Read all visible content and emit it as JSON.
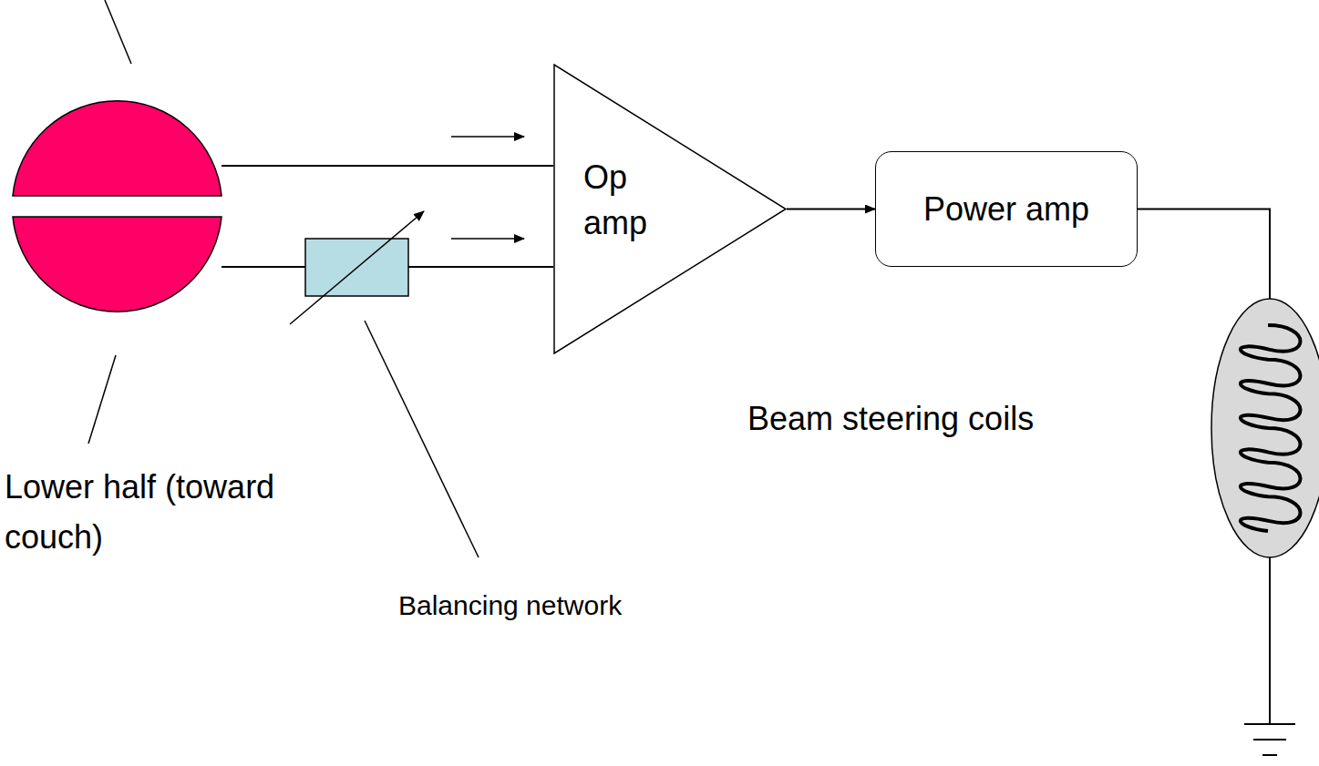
{
  "diagram": {
    "nodes": [
      {
        "text": [
          "Op amp"
        ]
      },
      {
        "text": [
          "Power amp"
        ]
      },
      {
        "text": [
          "Beam steering coils"
        ]
      }
    ],
    "edges": [
      {
        "from": 0,
        "to": 1,
        "arrow": "to"
      },
      {
        "from": 1,
        "to": 2,
        "arrow": "none"
      }
    ],
    "labels": [
      "Lower half (toward couch)",
      "Balancing network"
    ]
  }
}
